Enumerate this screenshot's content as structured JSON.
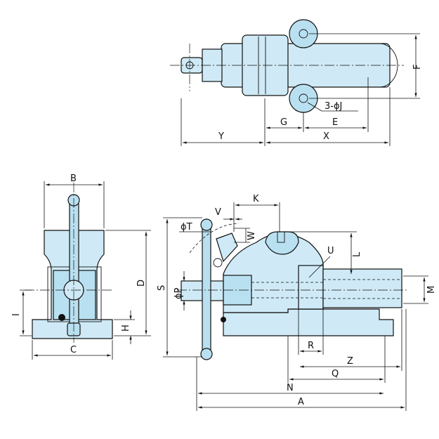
{
  "labels": {
    "Y": "Y",
    "X": "X",
    "G": "G",
    "E": "E",
    "F": "F",
    "J": "3-ϕJ",
    "B": "B",
    "C": "C",
    "D": "D",
    "I": "I",
    "H": "H",
    "K": "K",
    "V": "V",
    "W": "W",
    "T": "ϕT",
    "U": "U",
    "L": "L",
    "S": "S",
    "P": "ϕP",
    "M": "M",
    "R": "R",
    "Z": "Z",
    "Q": "Q",
    "N": "N",
    "A": "A"
  }
}
